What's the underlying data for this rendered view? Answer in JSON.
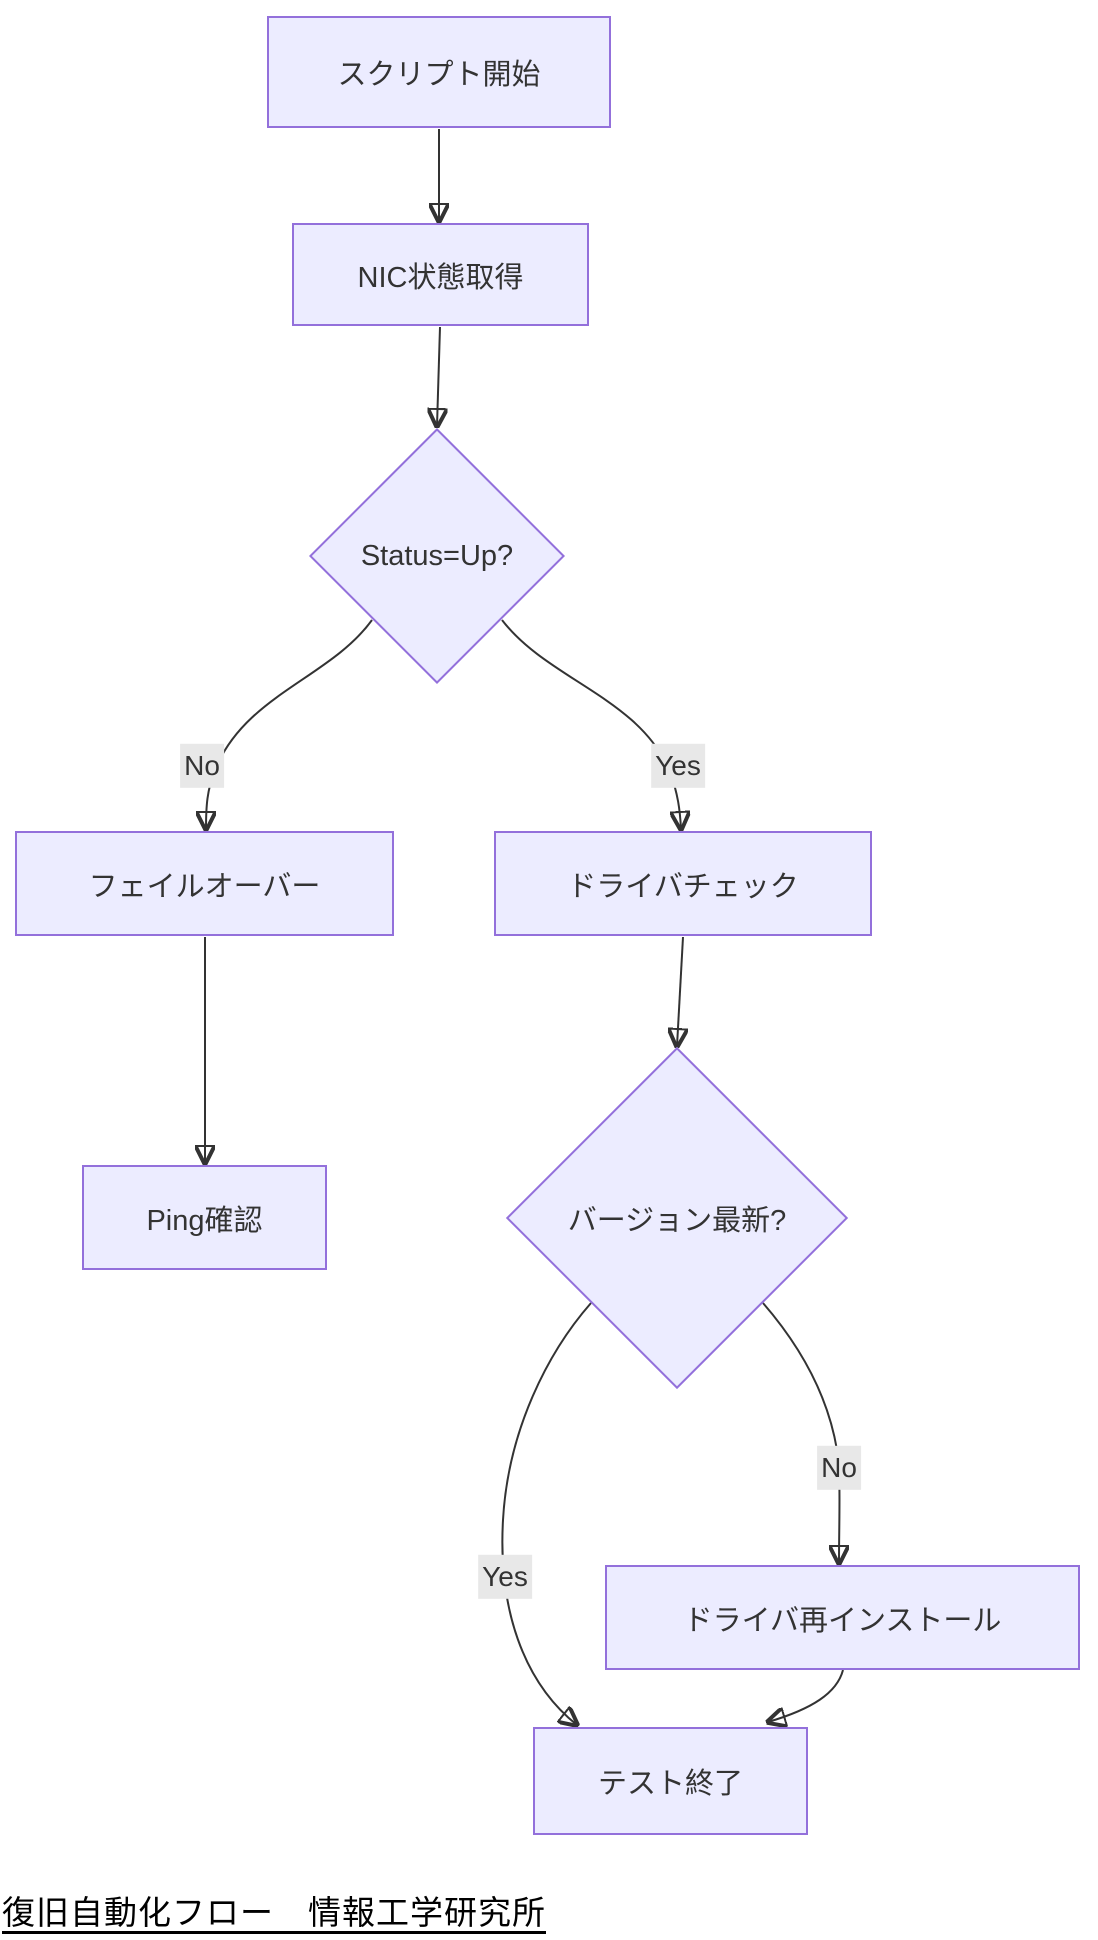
{
  "diagram": {
    "type": "flowchart",
    "direction": "top-down",
    "nodes": {
      "start": {
        "label": "スクリプト開始",
        "shape": "rect"
      },
      "nic": {
        "label": "NIC状態取得",
        "shape": "rect"
      },
      "status_check": {
        "label": "Status=Up?",
        "shape": "diamond"
      },
      "failover": {
        "label": "フェイルオーバー",
        "shape": "rect"
      },
      "driver_check": {
        "label": "ドライバチェック",
        "shape": "rect"
      },
      "ping": {
        "label": "Ping確認",
        "shape": "rect"
      },
      "version_check": {
        "label": "バージョン最新?",
        "shape": "diamond"
      },
      "reinstall": {
        "label": "ドライバ再インストール",
        "shape": "rect"
      },
      "end": {
        "label": "テスト終了",
        "shape": "rect"
      }
    },
    "edges": [
      {
        "from": "start",
        "to": "nic",
        "label": ""
      },
      {
        "from": "nic",
        "to": "status_check",
        "label": ""
      },
      {
        "from": "status_check",
        "to": "failover",
        "label": "No"
      },
      {
        "from": "status_check",
        "to": "driver_check",
        "label": "Yes"
      },
      {
        "from": "failover",
        "to": "ping",
        "label": ""
      },
      {
        "from": "driver_check",
        "to": "version_check",
        "label": ""
      },
      {
        "from": "version_check",
        "to": "reinstall",
        "label": "No"
      },
      {
        "from": "version_check",
        "to": "end",
        "label": "Yes"
      },
      {
        "from": "reinstall",
        "to": "end",
        "label": ""
      }
    ],
    "colors": {
      "node_fill": "#ECECFF",
      "node_border": "#9370DB",
      "edge_stroke": "#333333",
      "edge_label_bg": "#e8e8e8",
      "node_text": "#333333",
      "caption_text": "#000000"
    }
  },
  "caption": "復旧自動化フロー　情報工学研究所"
}
